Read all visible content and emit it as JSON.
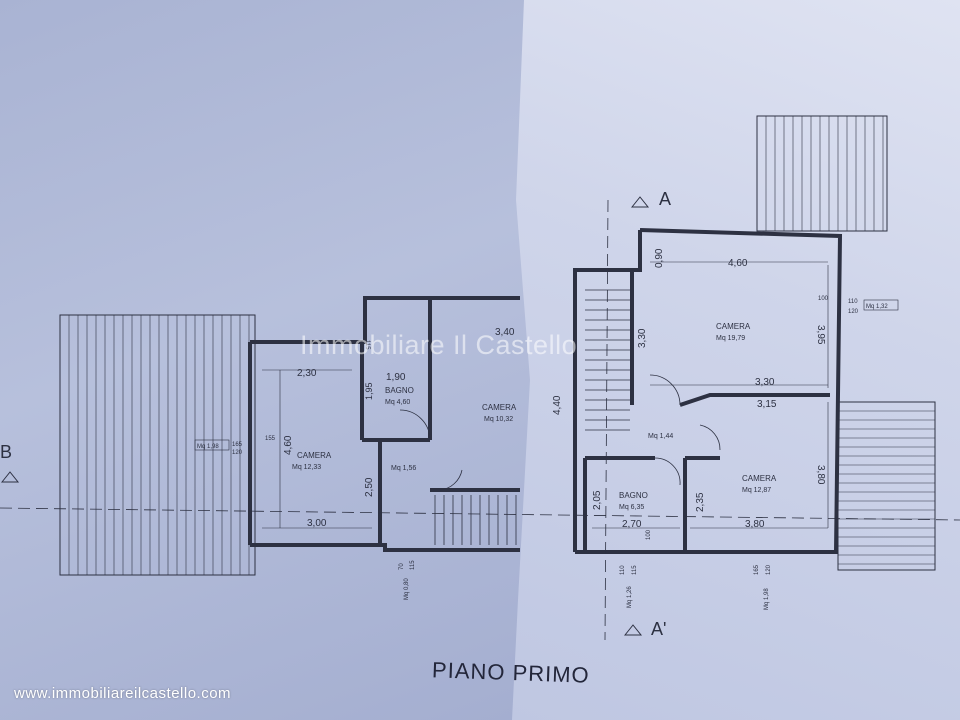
{
  "plan": {
    "title": "PIANO PRIMO",
    "section_a": "A",
    "section_a_prime": "A'",
    "section_b": "B",
    "rooms": [
      {
        "name": "CAMERA",
        "area": "Mq 12,33"
      },
      {
        "name": "BAGNO",
        "area": "Mq 4,60"
      },
      {
        "name": "CAMERA",
        "area": "Mq 10,32"
      },
      {
        "name": "CAMERA",
        "area": "Mq 19,79"
      },
      {
        "name": "CAMERA",
        "area": "Mq 12,87"
      },
      {
        "name": "BAGNO",
        "area": "Mq 6,35"
      }
    ],
    "hall_areas": [
      "Mq 1,56",
      "Mq 1,44"
    ],
    "dimensions": [
      "2,30",
      "1,90",
      "1,95",
      "4,60",
      "3,00",
      "2,50",
      "3,40",
      "4,40",
      "0,90",
      "4,60",
      "3,30",
      "3,95",
      "3,30",
      "3,15",
      "3,80",
      "2,05",
      "2,35",
      "2,70",
      "3,80"
    ],
    "window_tags": [
      {
        "area": "Mq 1,98",
        "w": "165",
        "h": "120"
      },
      {
        "area": "Mq 1,32",
        "w": "110",
        "h": "120"
      },
      {
        "area": "Mq 0,80",
        "w": "70",
        "h": "115"
      },
      {
        "area": "Mq 1,26",
        "w": "110",
        "h": "115"
      },
      {
        "area": "Mq 1,98",
        "w": "165",
        "h": "120"
      }
    ],
    "small_numbers": [
      "155",
      "100",
      "115",
      "100"
    ]
  },
  "watermark": "Immobiliare Il Castello",
  "website": "www.immobiliareilcastello.com",
  "colors": {
    "paper_left": "#b4bdd9",
    "paper_right": "#dfe3f2",
    "ink": "#2d3142"
  }
}
